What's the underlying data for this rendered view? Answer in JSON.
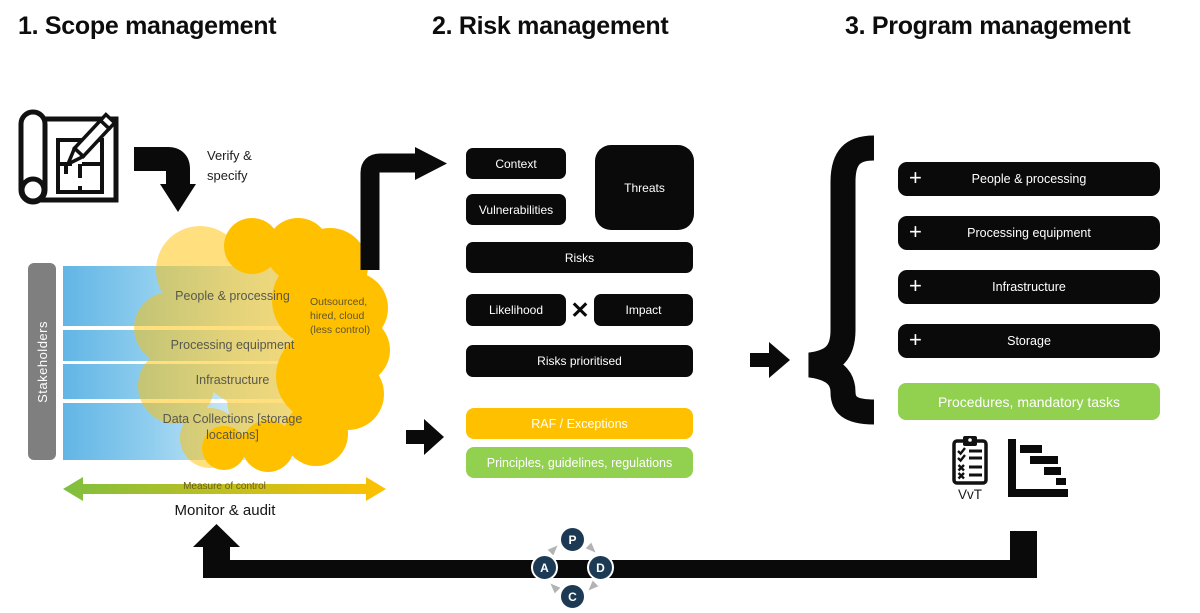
{
  "titles": [
    "1. Scope management",
    "2. Risk management",
    "3. Program management"
  ],
  "scope": {
    "verify_specify": "Verify & specify",
    "stakeholders": "Stakeholders",
    "bands": [
      "People & processing",
      "Processing equipment",
      "Infrastructure",
      "Data Collections [storage locations]"
    ],
    "cloud_note": "Outsourced, hired, cloud (less control)",
    "measure_of_control": "Measure of control",
    "monitor_audit": "Monitor & audit"
  },
  "risk": {
    "context": "Context",
    "vulnerabilities": "Vulnerabilities",
    "threats": "Threats",
    "risks": "Risks",
    "likelihood": "Likelihood",
    "multiply": "✕",
    "impact": "Impact",
    "risks_prioritised": "Risks prioritised",
    "raf_exceptions": "RAF / Exceptions",
    "principles": "Principles, guidelines, regulations"
  },
  "program": {
    "plus": "+",
    "items": [
      "People & processing",
      "Processing equipment",
      "Infrastructure",
      "Storage"
    ],
    "procedures": "Procedures, mandatory tasks",
    "vvt": "VvT"
  },
  "pdca": {
    "plan": "P",
    "do": "D",
    "check": "C",
    "act": "A"
  },
  "colors": {
    "yellow": "#FFC000",
    "green": "#92D050",
    "navy": "#1d3a55",
    "band_blue": "#62b5e5",
    "gray": "#7f7f7f",
    "black": "#0a0a0a"
  }
}
